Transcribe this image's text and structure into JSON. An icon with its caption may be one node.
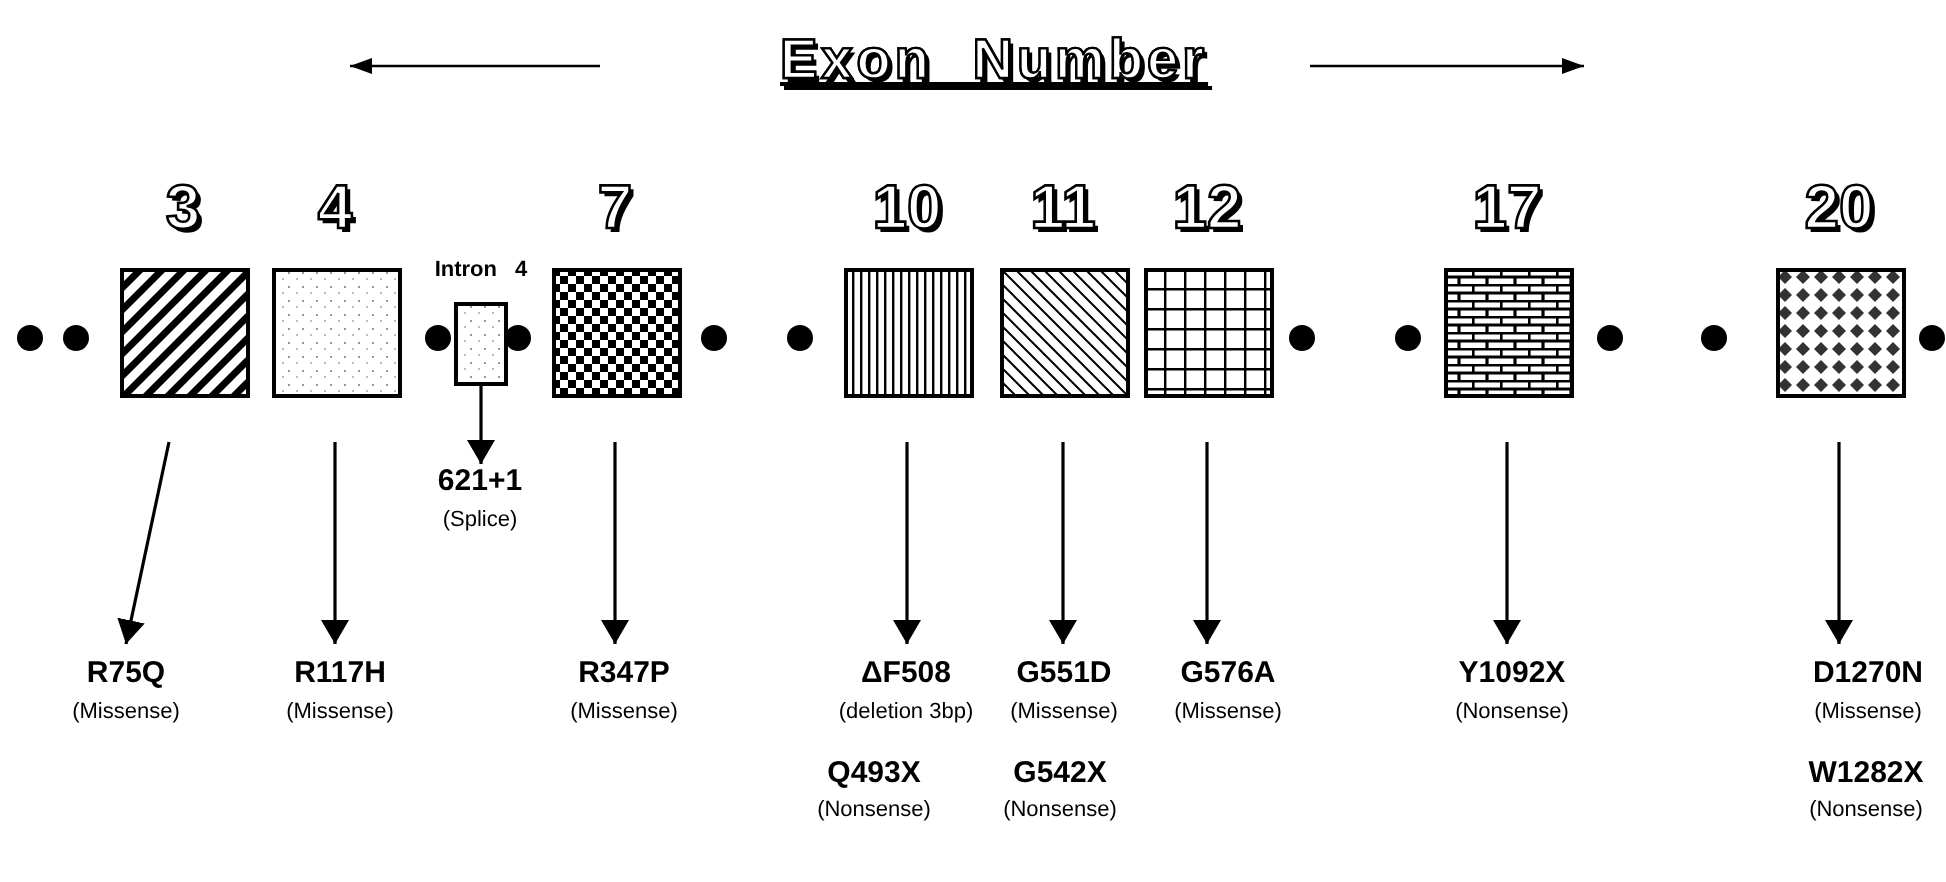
{
  "diagram": {
    "title": "Exon Number",
    "nodes": [
      {
        "text": [
          "3"
        ]
      },
      {
        "text": [
          "4"
        ]
      },
      {
        "text": [
          "Intron 4"
        ]
      },
      {
        "text": [
          "7"
        ]
      },
      {
        "text": [
          "10"
        ]
      },
      {
        "text": [
          "11"
        ]
      },
      {
        "text": [
          "12"
        ]
      },
      {
        "text": [
          "17"
        ]
      },
      {
        "text": [
          "20"
        ]
      },
      {
        "text": [
          "621+1",
          "(Splice)"
        ]
      },
      {
        "text": [
          "R75Q",
          "(Missense)"
        ]
      },
      {
        "text": [
          "R117H",
          "(Missense)"
        ]
      },
      {
        "text": [
          "R347P",
          "(Missense)"
        ]
      },
      {
        "text": [
          "ΔF508",
          "(deletion 3bp)"
        ]
      },
      {
        "text": [
          "G551D",
          "(Missense)"
        ]
      },
      {
        "text": [
          "G576A",
          "(Missense)"
        ]
      },
      {
        "text": [
          "Y1092X",
          "(Nonsense)"
        ]
      },
      {
        "text": [
          "D1270N",
          "(Missense)"
        ]
      }
    ],
    "edges": [
      {
        "from": 0,
        "to": 10,
        "arrow": "to"
      },
      {
        "from": 1,
        "to": 11,
        "arrow": "to"
      },
      {
        "from": 2,
        "to": 9,
        "arrow": "to"
      },
      {
        "from": 3,
        "to": 12,
        "arrow": "to"
      },
      {
        "from": 4,
        "to": 13,
        "arrow": "to"
      },
      {
        "from": 5,
        "to": 14,
        "arrow": "to"
      },
      {
        "from": 6,
        "to": 15,
        "arrow": "to"
      },
      {
        "from": 7,
        "to": 16,
        "arrow": "to"
      },
      {
        "from": 8,
        "to": 17,
        "arrow": "to"
      }
    ],
    "labels": [
      "Q493X",
      "(Nonsense)",
      "G542X",
      "(Nonsense)",
      "W1282X",
      "(Nonsense)"
    ]
  }
}
